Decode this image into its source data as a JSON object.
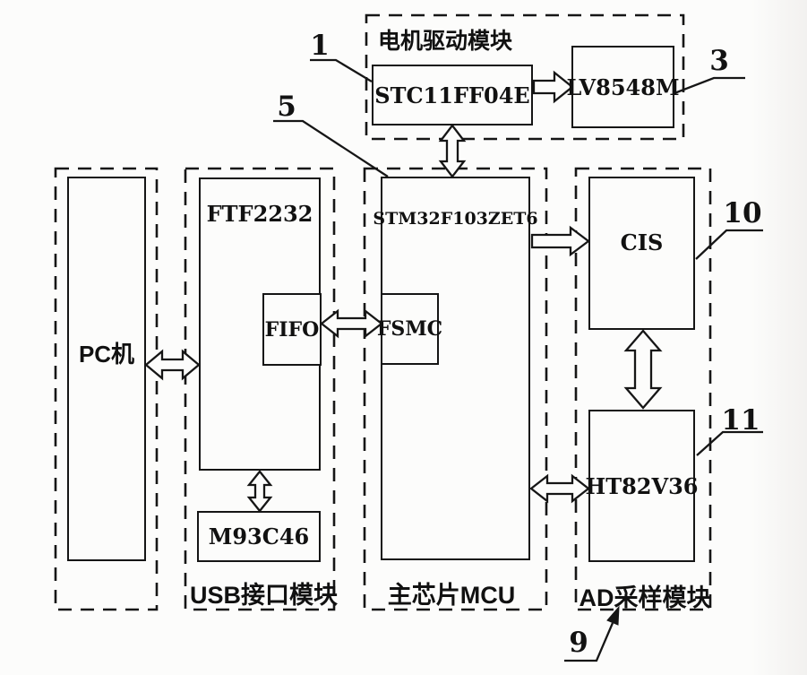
{
  "colors": {
    "background": "#fcfcfb",
    "line": "#161616"
  },
  "blocks": {
    "pc": "PC机",
    "ftf2232": "FTF2232",
    "fifo": "FIFO",
    "m93c46": "M93C46",
    "stm32": "STM32F103ZET6",
    "fsmc": "FSMC",
    "stc11ff04e": "STC11FF04E",
    "lv8548m": "LV8548M",
    "cis": "CIS",
    "ht82v36": "HT82V36"
  },
  "module_titles": {
    "motor": "电机驱动模块",
    "usb": "USB接口模块",
    "mcu": "主芯片MCU",
    "ad": "AD采样模块"
  },
  "refs": {
    "r1": "1",
    "r3": "3",
    "r5": "5",
    "r9": "9",
    "r10": "10",
    "r11": "11"
  },
  "reference_targets": {
    "1": "STC11FF04E",
    "3": "LV8548M",
    "5": "主芯片MCU (STM32F103ZET6)",
    "9": "AD采样模块",
    "10": "CIS",
    "11": "HT82V36"
  },
  "connections": [
    {
      "from": "STC11FF04E",
      "to": "LV8548M",
      "style": "single-hollow-arrow"
    },
    {
      "from": "STC11FF04E",
      "to": "STM32F103ZET6",
      "style": "double-hollow-arrow"
    },
    {
      "from": "PC机",
      "to": "FTF2232",
      "style": "double-hollow-arrow"
    },
    {
      "from": "FIFO",
      "to": "FSMC",
      "style": "double-hollow-arrow"
    },
    {
      "from": "FTF2232",
      "to": "M93C46",
      "style": "double-hollow-arrow"
    },
    {
      "from": "STM32F103ZET6",
      "to": "CIS",
      "style": "single-hollow-arrow"
    },
    {
      "from": "STM32F103ZET6",
      "to": "HT82V36",
      "style": "double-hollow-arrow"
    },
    {
      "from": "CIS",
      "to": "HT82V36",
      "style": "double-hollow-arrow"
    }
  ]
}
